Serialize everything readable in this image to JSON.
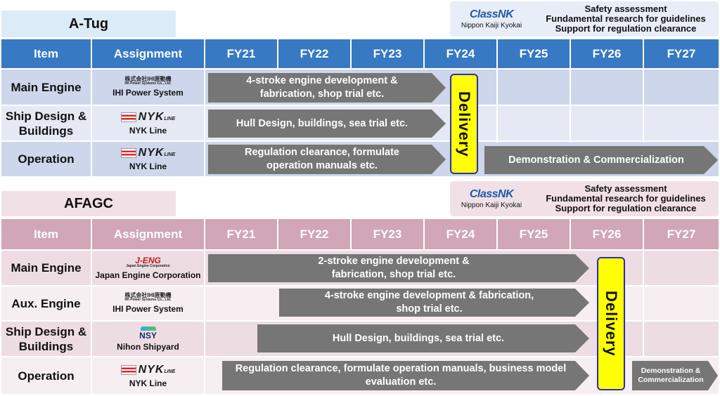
{
  "sections": [
    {
      "title": "A-Tug",
      "classnk": {
        "logo": "ClassNK",
        "org": "Nippon Kaiji Kyokai",
        "lines": [
          "Safety assessment",
          "Fundamental research for guidelines",
          "Support for regulation clearance"
        ]
      },
      "headers": [
        "Item",
        "Assignment",
        "FY21",
        "FY22",
        "FY23",
        "FY24",
        "FY25",
        "FY26",
        "FY27"
      ],
      "rows": [
        {
          "item": "Main Engine",
          "logo_text": "株式会社IHI原動機",
          "logo_sub": "IHI Power Systems Co., Ltd.",
          "company": "IHI Power System"
        },
        {
          "item": "Ship Design & Buildings",
          "logo_text": "NYK",
          "logo_sub": "LINE",
          "company": "NYK Line"
        },
        {
          "item": "Operation",
          "logo_text": "NYK",
          "logo_sub": "LINE",
          "company": "NYK Line"
        }
      ],
      "arrows": [
        "4-stroke engine development & fabrication, shop trial etc.",
        "Hull Design, buildings, sea trial etc.",
        "Regulation clearance, formulate operation manuals etc.",
        "Demonstration & Commercialization"
      ],
      "delivery": "Delivery"
    },
    {
      "title": "AFAGC",
      "classnk": {
        "logo": "ClassNK",
        "org": "Nippon Kaiji Kyokai",
        "lines": [
          "Safety assessment",
          "Fundamental research for guidelines",
          "Support for regulation clearance"
        ]
      },
      "headers": [
        "Item",
        "Assignment",
        "FY21",
        "FY22",
        "FY23",
        "FY24",
        "FY25",
        "FY26",
        "FY27"
      ],
      "rows": [
        {
          "item": "Main Engine",
          "logo_text": "J-ENG",
          "logo_sub": "Japan Engine Corporation",
          "company": "Japan Engine Corporation"
        },
        {
          "item": "Aux. Engine",
          "logo_text": "株式会社IHI原動機",
          "logo_sub": "IHI Power Systems Co., Ltd.",
          "company": "IHI Power System"
        },
        {
          "item": "Ship Design & Buildings",
          "logo_text": "NSY",
          "logo_sub": "",
          "company": "Nihon Shipyard"
        },
        {
          "item": "Operation",
          "logo_text": "NYK",
          "logo_sub": "LINE",
          "company": "NYK Line"
        }
      ],
      "arrows": [
        "2-stroke engine development & fabrication, shop trial etc.",
        "4-stroke engine development & fabrication, shop trial etc.",
        "Hull Design, buildings, sea trial etc.",
        "Regulation clearance, formulate operation manuals, business model evaluation etc.",
        "Demonstration & Commercialization"
      ],
      "delivery": "Delivery"
    }
  ],
  "colors": {
    "header_blue": "#3779c2",
    "header_pink": "#d1a6b6",
    "row_blue": "#d6dded",
    "row_pink": "#f2e6ea",
    "arrow_gray": "#767676",
    "delivery_yellow": "#ffff00",
    "classnk_blue": "#1d5aa8"
  },
  "icons": [
    "ihi-logo-icon",
    "nyk-line-logo-icon",
    "j-eng-logo-icon",
    "nsy-logo-icon",
    "classnk-logo-icon"
  ]
}
